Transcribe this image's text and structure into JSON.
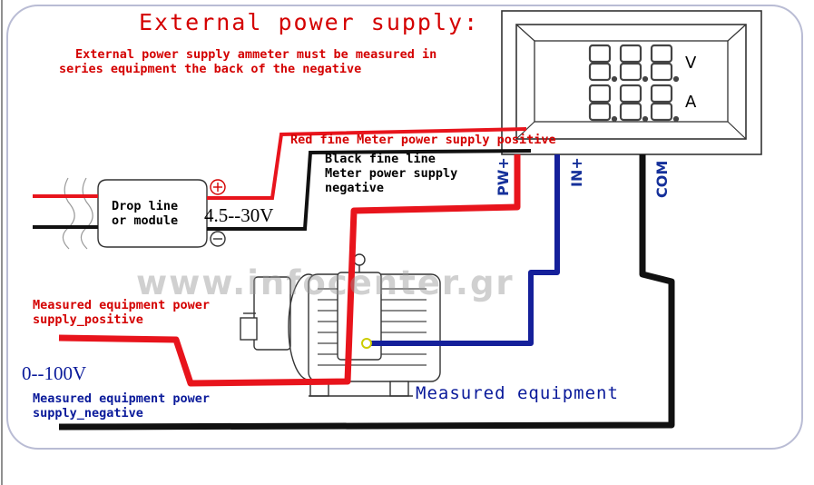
{
  "title": "External power supply:",
  "note_line1": "External power supply ammeter must be measured in",
  "note_line2": "series equipment the back of the negative",
  "red_line_label": "Red fine Meter power supply positive",
  "black_line_label_1": "Black fine line",
  "black_line_label_2": "Meter power supply",
  "black_line_label_3": "negative",
  "drop_line_1": "Drop line",
  "drop_line_2": "or module",
  "plus_symbol": "⊕",
  "minus_symbol": "⊖",
  "supply_range": "4.5--30V",
  "terminal_pw": "PW+",
  "terminal_in": "IN+",
  "terminal_com": "COM",
  "unit_v": "V",
  "unit_a": "A",
  "digits_top": "8.8.8.",
  "digits_bottom": "8.8.8.",
  "watermark": "www.infocenter.gr",
  "equip_pos_1": "Measured equipment power",
  "equip_pos_2": "supply_positive",
  "measure_range": "0--100V",
  "equip_neg_1": "Measured equipment power",
  "equip_neg_2": "supply_negative",
  "measured_equipment": "Measured equipment",
  "colors": {
    "red_wire": "#e8141c",
    "black_wire": "#000000",
    "blue_wire": "#15209a",
    "title_red": "#d40000",
    "label_blue": "#0a1a9a",
    "frame": "#b9bcd4"
  }
}
